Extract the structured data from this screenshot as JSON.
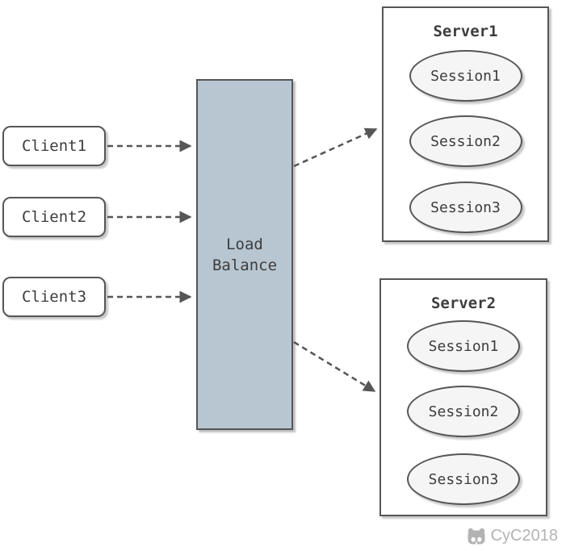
{
  "diagram": {
    "clients": [
      {
        "label": "Client1"
      },
      {
        "label": "Client2"
      },
      {
        "label": "Client3"
      }
    ],
    "load_balancer": {
      "label": "Load\nBalance"
    },
    "servers": [
      {
        "label": "Server1",
        "sessions": [
          "Session1",
          "Session2",
          "Session3"
        ]
      },
      {
        "label": "Server2",
        "sessions": [
          "Session1",
          "Session2",
          "Session3"
        ]
      }
    ],
    "edges": [
      {
        "from": "Client1",
        "to": "Load Balance",
        "style": "dashed-arrow"
      },
      {
        "from": "Client2",
        "to": "Load Balance",
        "style": "dashed-arrow"
      },
      {
        "from": "Client3",
        "to": "Load Balance",
        "style": "dashed-arrow"
      },
      {
        "from": "Load Balance",
        "to": "Server1",
        "style": "dashed-arrow"
      },
      {
        "from": "Load Balance",
        "to": "Server2",
        "style": "dashed-arrow"
      }
    ]
  },
  "watermark": {
    "icon": "github-icon",
    "text": "CyC2018"
  },
  "colors": {
    "background": "#ffffff",
    "node_border": "#565656",
    "node_fill": "#ffffff",
    "load_balancer_fill": "#b8c6d1",
    "session_fill": "#f5f5f5",
    "arrow": "#565656",
    "text": "#3d3d3d",
    "watermark": "#b3b3b3"
  }
}
